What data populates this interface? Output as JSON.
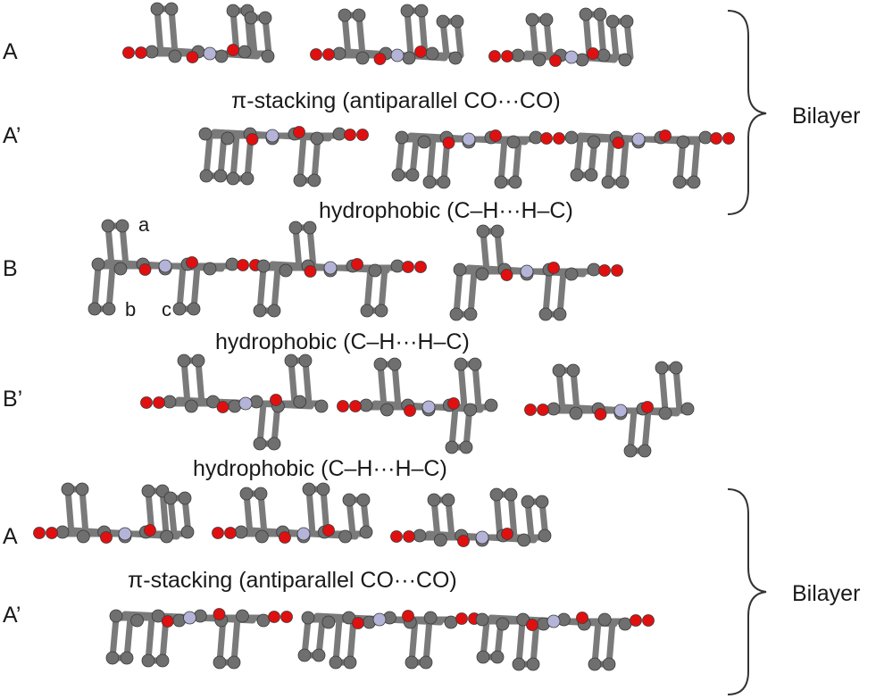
{
  "layer_labels": {
    "a1": "A",
    "a1_prime": "A’",
    "b": "B",
    "b_prime": "B’",
    "a2": "A",
    "a2_prime": "A’"
  },
  "interactions": {
    "pi_stacking_1": "π-stacking (antiparallel CO···CO)",
    "hydrophobic_1": "hydrophobic (C–H···H–C)",
    "hydrophobic_2": "hydrophobic (C–H···H–C)",
    "hydrophobic_3": "hydrophobic (C–H···H–C)",
    "pi_stacking_2": "π-stacking (antiparallel CO···CO)"
  },
  "brackets": {
    "top_label": "Bilayer",
    "bottom_label": "Bilayer"
  },
  "substituent_labels": {
    "a": "a",
    "b": "b",
    "c": "c"
  },
  "colors": {
    "carbon": "#6f6f6f",
    "oxygen": "#e01010",
    "nitrogen": "#b4b4d8",
    "bond": "#7a7a7a",
    "text": "#1a1a1a"
  }
}
